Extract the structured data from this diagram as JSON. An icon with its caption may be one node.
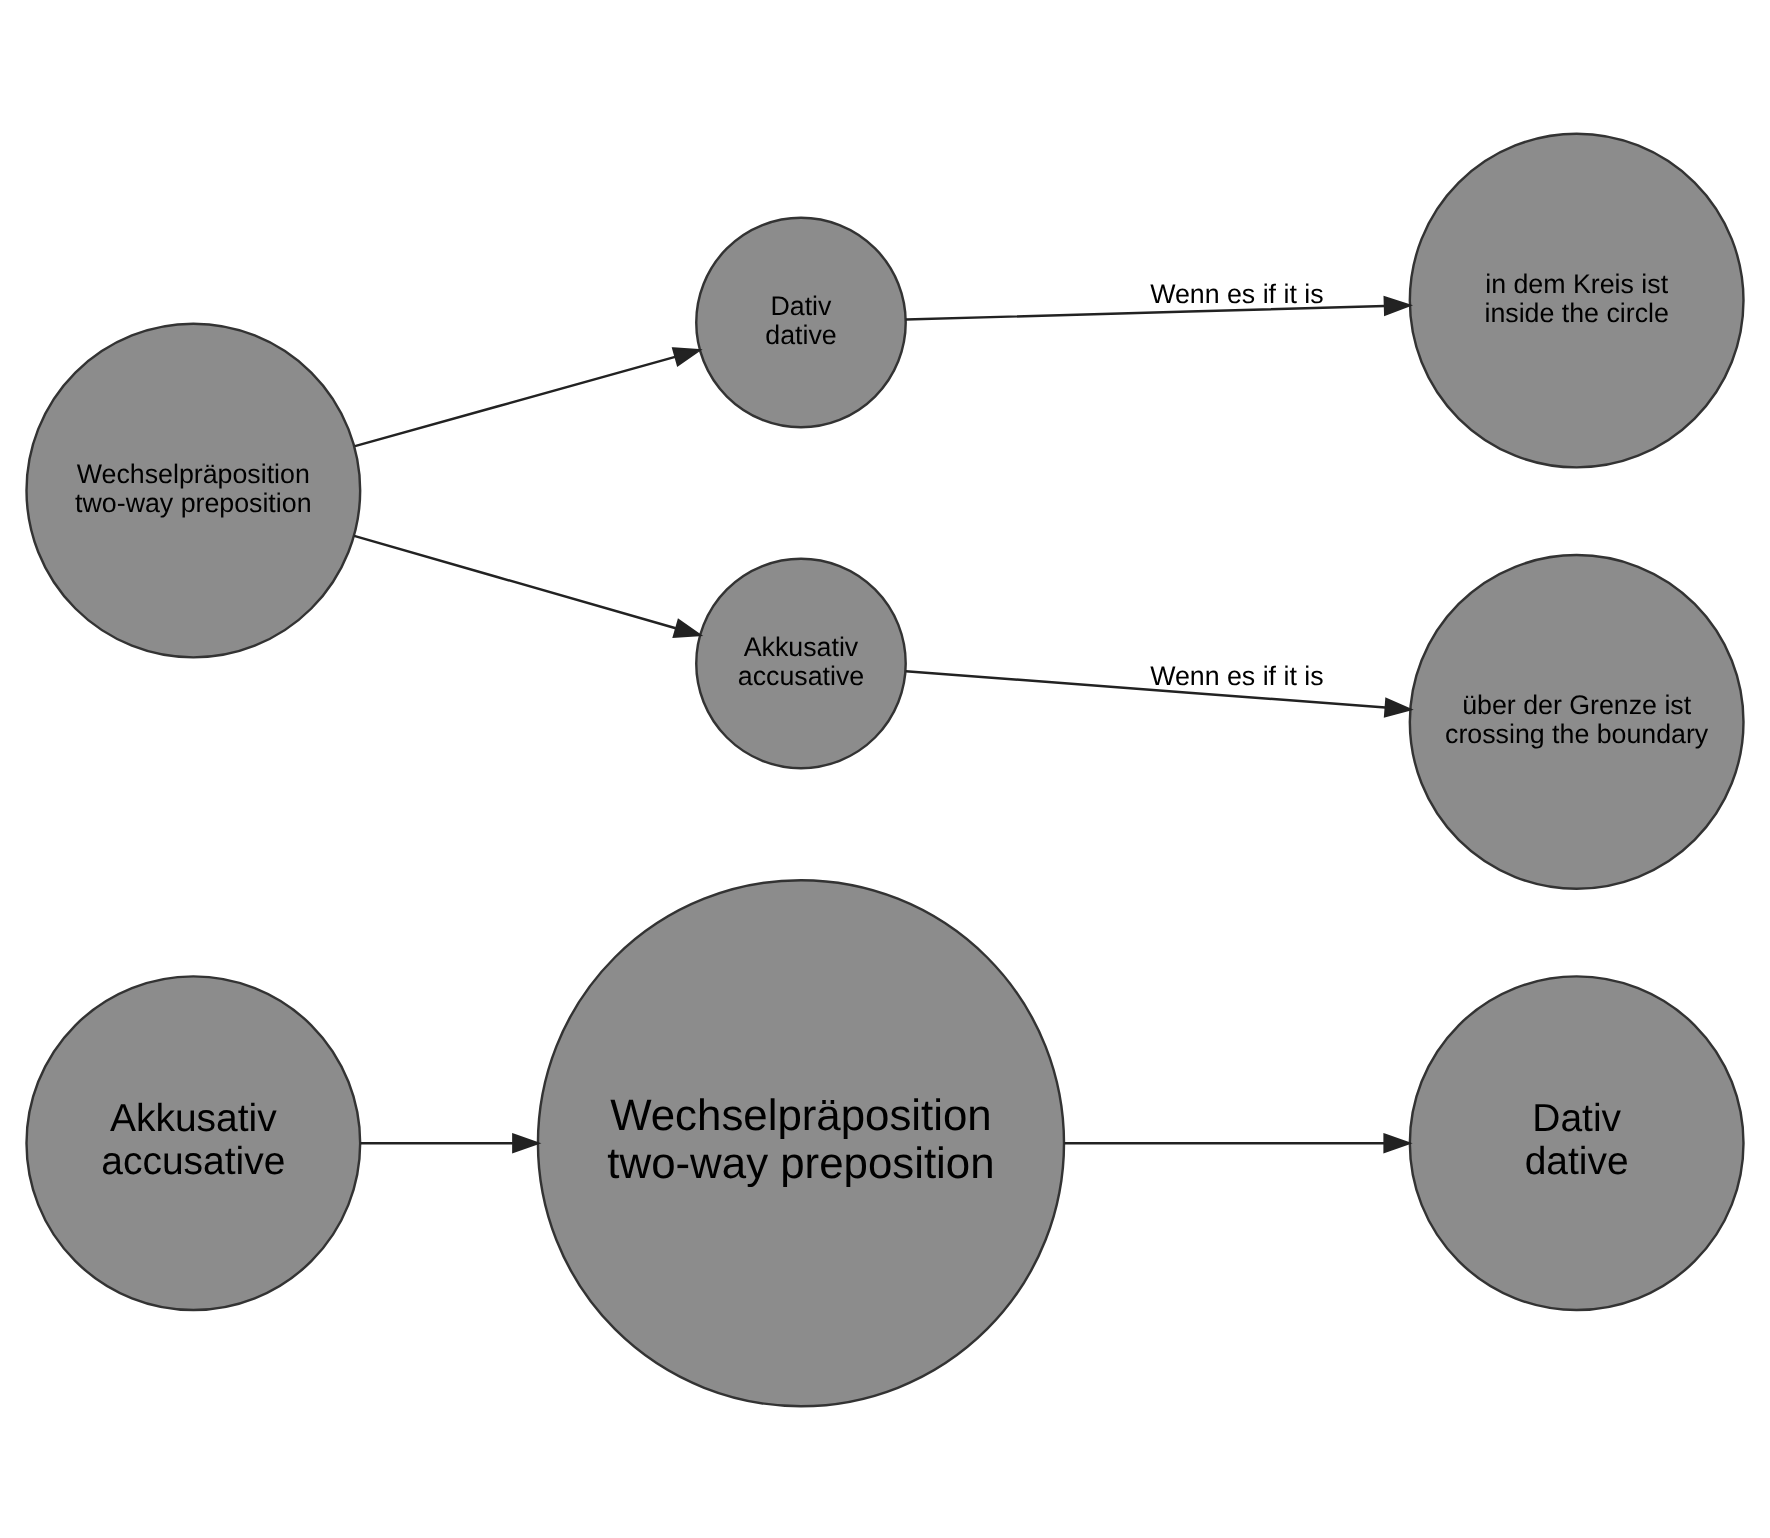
{
  "diagram": {
    "nodes": [
      {
        "text": [
          "Akkusativ",
          "accusative"
        ]
      },
      {
        "text": [
          "Wechselpräposition",
          "two-way preposition"
        ]
      },
      {
        "text": [
          "Dativ",
          "dative"
        ]
      },
      {
        "text": [
          "Dativ",
          "dative"
        ]
      },
      {
        "text": [
          "in dem Kreis ist",
          "inside the circle"
        ]
      },
      {
        "text": [
          "Wechselpräposition",
          "two-way preposition"
        ]
      },
      {
        "text": [
          "Akkusativ",
          "accusative"
        ]
      },
      {
        "text": [
          "über der Grenze ist",
          "crossing the boundary"
        ]
      }
    ],
    "edges": [
      {
        "from": 0,
        "to": 1,
        "arrow": "to"
      },
      {
        "from": 1,
        "to": 2,
        "arrow": "to"
      },
      {
        "from": 5,
        "to": 3,
        "arrow": "to"
      },
      {
        "from": 5,
        "to": 6,
        "arrow": "to"
      },
      {
        "from": 3,
        "to": 4,
        "arrow": "to",
        "label": "Wenn es if it is"
      },
      {
        "from": 6,
        "to": 7,
        "arrow": "to",
        "label": "Wenn es if it is"
      }
    ]
  }
}
